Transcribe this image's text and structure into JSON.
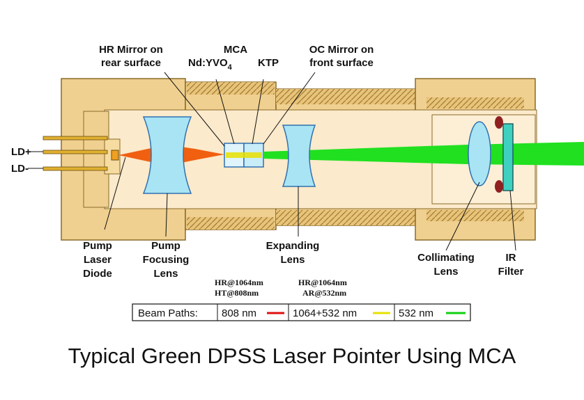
{
  "title": "Typical Green DPSS Laser Pointer Using MCA",
  "labels": {
    "hr_mirror": [
      "HR Mirror on",
      "rear surface"
    ],
    "mca": "MCA",
    "nd_yvo4": "Nd:YVO",
    "nd_yvo4_sub": "4",
    "ktp": "KTP",
    "oc_mirror": [
      "OC Mirror on",
      "front surface"
    ],
    "ld_plus": "LD+",
    "ld_minus": "LD-",
    "pump_diode": [
      "Pump",
      "Laser",
      "Diode"
    ],
    "pump_lens": [
      "Pump",
      "Focusing",
      "Lens"
    ],
    "expanding_lens": [
      "Expanding",
      "Lens"
    ],
    "collimating_lens": [
      "Collimating",
      "Lens"
    ],
    "ir_filter": [
      "IR",
      "Filter"
    ],
    "coating_left": [
      "HR@1064nm",
      "HT@808nm"
    ],
    "coating_right": [
      "HR@1064nm",
      "AR@532nm"
    ]
  },
  "legend": {
    "heading": "Beam Paths:",
    "items": [
      {
        "label": "808 nm",
        "color": "#e01010"
      },
      {
        "label": "1064+532 nm",
        "color": "#e8e000"
      },
      {
        "label": "532 nm",
        "color": "#10d010"
      }
    ]
  },
  "colors": {
    "housing": "#f0d090",
    "housing_dark": "#c8a050",
    "cavity": "#fbeacb",
    "lens": "#a8e4f4",
    "lens_border": "#3070b0",
    "pump_beam": "#f06010",
    "green_beam": "#20e020"
  }
}
